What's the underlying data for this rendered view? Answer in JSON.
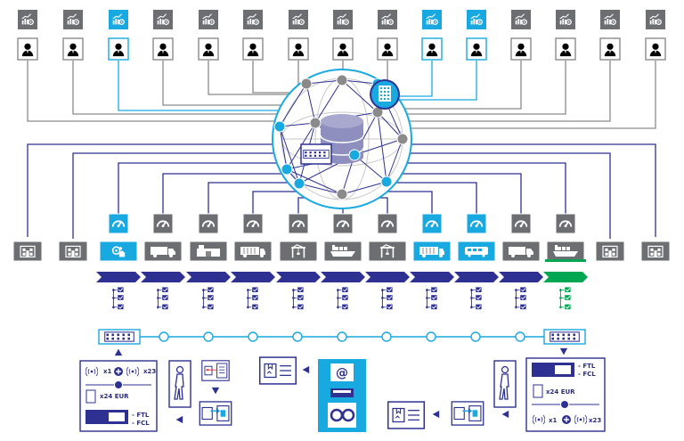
{
  "colors": {
    "navy": "#2e3192",
    "cyan": "#19a9e1",
    "grey": "#8a8a8a",
    "dark_grey": "#6d6e71",
    "green": "#00a651",
    "light_grey": "#c8c8c8"
  },
  "top_row": {
    "count": 15,
    "highlighted": [
      2,
      9,
      10
    ],
    "icon": "analytics-chart-icon",
    "person_icon": "person-icon"
  },
  "hub": {
    "center_icon": "database-icon",
    "building_icon": "office-building-icon",
    "warehouse_icon": "warehouse-grid-icon"
  },
  "transport_row": {
    "gauge_icon": "speedometer-icon",
    "stages": [
      {
        "icon": "factory-icon",
        "highlighted": false,
        "gauge": false
      },
      {
        "icon": "factory-icon",
        "highlighted": false,
        "gauge": false
      },
      {
        "icon": "gear-home-icon",
        "highlighted": true,
        "gauge": true
      },
      {
        "icon": "truck-icon",
        "highlighted": false,
        "gauge": true
      },
      {
        "icon": "warehouse-icon",
        "highlighted": false,
        "gauge": true
      },
      {
        "icon": "container-truck-icon",
        "highlighted": false,
        "gauge": true
      },
      {
        "icon": "port-crane-icon",
        "highlighted": false,
        "gauge": true
      },
      {
        "icon": "cargo-ship-icon",
        "highlighted": false,
        "gauge": true
      },
      {
        "icon": "port-crane-icon",
        "highlighted": false,
        "gauge": true
      },
      {
        "icon": "container-truck-icon",
        "highlighted": true,
        "gauge": true
      },
      {
        "icon": "train-icon",
        "highlighted": true,
        "gauge": true
      },
      {
        "icon": "truck-icon",
        "highlighted": false,
        "gauge": true
      },
      {
        "icon": "cargo-ship-icon",
        "highlighted": false,
        "gauge": true
      },
      {
        "icon": "factory-icon",
        "highlighted": false,
        "gauge": false
      },
      {
        "icon": "factory-icon",
        "highlighted": false,
        "gauge": false
      }
    ]
  },
  "left_panel": {
    "qty1": "x1",
    "qty2": "x23",
    "price": "x24 EUR",
    "mode1": "- FTL",
    "mode2": "- FCL"
  },
  "right_panel": {
    "mode1": "- FTL",
    "mode2": "- FCL",
    "price": "x24 EUR",
    "qty1": "x1",
    "qty2": "x23"
  },
  "center_box": {
    "icons": [
      "email-at-icon",
      "pallet-icon",
      "gears-icon"
    ]
  }
}
